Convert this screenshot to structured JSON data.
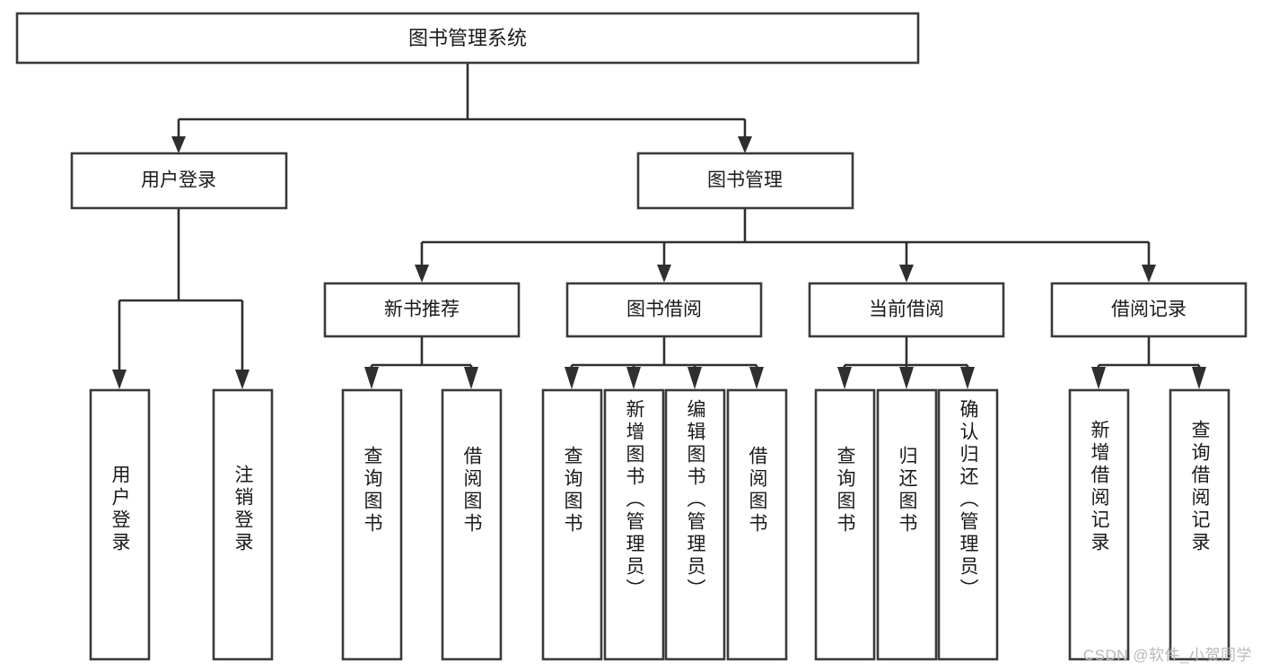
{
  "chart_data": {
    "type": "diagram",
    "diagram_kind": "functional-structure-tree",
    "title": "图书管理系统",
    "orientation": "top-down",
    "levels": 4,
    "edge_style": "orthogonal-with-arrowheads",
    "colors": {
      "box_fill": "#ffffff",
      "box_stroke": "#3a3a3a",
      "line": "#2f2f2f",
      "text": "#1a1a1a",
      "background": "#ffffff",
      "watermark": "#b8b8b8"
    },
    "nodes": [
      {
        "id": "root",
        "label": "图书管理系统",
        "level": 0,
        "parent": null
      },
      {
        "id": "n1",
        "label": "用户登录",
        "level": 1,
        "parent": "root"
      },
      {
        "id": "n2",
        "label": "图书管理",
        "level": 1,
        "parent": "root"
      },
      {
        "id": "n2a",
        "label": "新书推荐",
        "level": 2,
        "parent": "n2"
      },
      {
        "id": "n2b",
        "label": "图书借阅",
        "level": 2,
        "parent": "n2"
      },
      {
        "id": "n2c",
        "label": "当前借阅",
        "level": 2,
        "parent": "n2"
      },
      {
        "id": "n2d",
        "label": "借阅记录",
        "level": 2,
        "parent": "n2"
      },
      {
        "id": "l1",
        "label": "用户登录",
        "level": 3,
        "parent": "n1"
      },
      {
        "id": "l2",
        "label": "注销登录",
        "level": 3,
        "parent": "n1"
      },
      {
        "id": "l3",
        "label": "查询图书",
        "level": 3,
        "parent": "n2a"
      },
      {
        "id": "l4",
        "label": "借阅图书",
        "level": 3,
        "parent": "n2a"
      },
      {
        "id": "l5",
        "label": "查询图书",
        "level": 3,
        "parent": "n2b"
      },
      {
        "id": "l6",
        "label": "新增图书（管理员）",
        "level": 3,
        "parent": "n2b"
      },
      {
        "id": "l7",
        "label": "编辑图书（管理员）",
        "level": 3,
        "parent": "n2b"
      },
      {
        "id": "l8",
        "label": "借阅图书",
        "level": 3,
        "parent": "n2b"
      },
      {
        "id": "l9",
        "label": "查询图书",
        "level": 3,
        "parent": "n2c"
      },
      {
        "id": "l10",
        "label": "归还图书",
        "level": 3,
        "parent": "n2c"
      },
      {
        "id": "l11",
        "label": "确认归还（管理员）",
        "level": 3,
        "parent": "n2c"
      },
      {
        "id": "l12",
        "label": "新增借阅记录",
        "level": 3,
        "parent": "n2d"
      },
      {
        "id": "l13",
        "label": "查询借阅记录",
        "level": 3,
        "parent": "n2d"
      }
    ],
    "edges": [
      {
        "from": "root",
        "to": "n1"
      },
      {
        "from": "root",
        "to": "n2"
      },
      {
        "from": "n2",
        "to": "n2a"
      },
      {
        "from": "n2",
        "to": "n2b"
      },
      {
        "from": "n2",
        "to": "n2c"
      },
      {
        "from": "n2",
        "to": "n2d"
      },
      {
        "from": "n1",
        "to": "l1"
      },
      {
        "from": "n1",
        "to": "l2"
      },
      {
        "from": "n2a",
        "to": "l3"
      },
      {
        "from": "n2a",
        "to": "l4"
      },
      {
        "from": "n2b",
        "to": "l5"
      },
      {
        "from": "n2b",
        "to": "l6"
      },
      {
        "from": "n2b",
        "to": "l7"
      },
      {
        "from": "n2b",
        "to": "l8"
      },
      {
        "from": "n2c",
        "to": "l9"
      },
      {
        "from": "n2c",
        "to": "l10"
      },
      {
        "from": "n2c",
        "to": "l11"
      },
      {
        "from": "n2d",
        "to": "l12"
      },
      {
        "from": "n2d",
        "to": "l13"
      }
    ]
  },
  "diagram": {
    "root": {
      "label": "图书管理系统"
    },
    "level1": [
      {
        "label": "用户登录"
      },
      {
        "label": "图书管理"
      }
    ],
    "level2": [
      {
        "label": "新书推荐"
      },
      {
        "label": "图书借阅"
      },
      {
        "label": "当前借阅"
      },
      {
        "label": "借阅记录"
      }
    ],
    "leaves": [
      {
        "label": "用户登录"
      },
      {
        "label": "注销登录"
      },
      {
        "label": "查询图书"
      },
      {
        "label": "借阅图书"
      },
      {
        "label": "查询图书"
      },
      {
        "label": "新增图书（管理员）"
      },
      {
        "label": "编辑图书（管理员）"
      },
      {
        "label": "借阅图书"
      },
      {
        "label": "查询图书"
      },
      {
        "label": "归还图书"
      },
      {
        "label": "确认归还（管理员）"
      },
      {
        "label": "新增借阅记录"
      },
      {
        "label": "查询借阅记录"
      }
    ]
  },
  "watermark": {
    "text": "CSDN @软件_小贺同学"
  }
}
